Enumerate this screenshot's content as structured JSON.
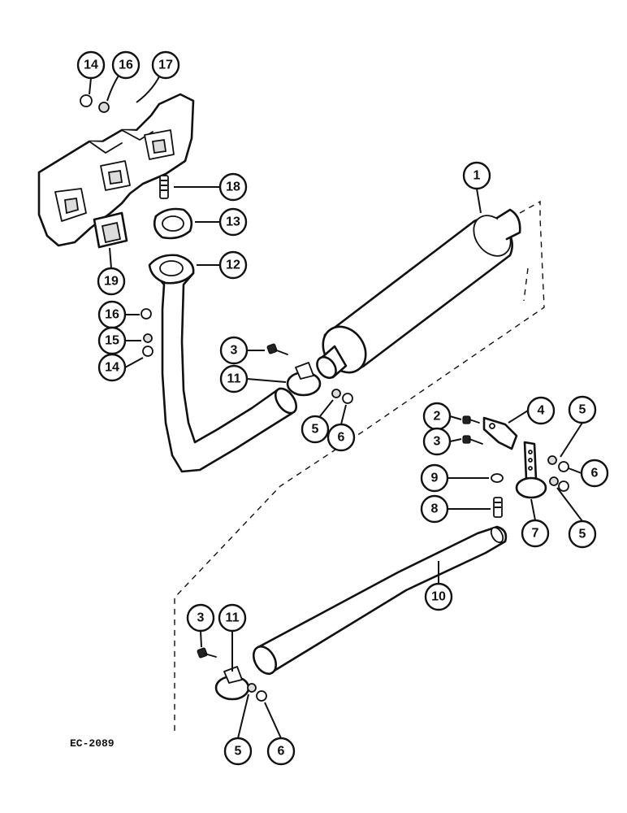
{
  "reference_code": "EC-2089",
  "callouts": [
    {
      "id": "c14a",
      "label": "14"
    },
    {
      "id": "c16a",
      "label": "16"
    },
    {
      "id": "c17",
      "label": "17"
    },
    {
      "id": "c18",
      "label": "18"
    },
    {
      "id": "c13",
      "label": "13"
    },
    {
      "id": "c12",
      "label": "12"
    },
    {
      "id": "c19",
      "label": "19"
    },
    {
      "id": "c16b",
      "label": "16"
    },
    {
      "id": "c15",
      "label": "15"
    },
    {
      "id": "c14b",
      "label": "14"
    },
    {
      "id": "c3a",
      "label": "3"
    },
    {
      "id": "c11a",
      "label": "11"
    },
    {
      "id": "c5a",
      "label": "5"
    },
    {
      "id": "c6a",
      "label": "6"
    },
    {
      "id": "c1",
      "label": "1"
    },
    {
      "id": "c2",
      "label": "2"
    },
    {
      "id": "c3b",
      "label": "3"
    },
    {
      "id": "c4",
      "label": "4"
    },
    {
      "id": "c5b",
      "label": "5"
    },
    {
      "id": "c6b",
      "label": "6"
    },
    {
      "id": "c9",
      "label": "9"
    },
    {
      "id": "c8",
      "label": "8"
    },
    {
      "id": "c7",
      "label": "7"
    },
    {
      "id": "c5c",
      "label": "5"
    },
    {
      "id": "c10",
      "label": "10"
    },
    {
      "id": "c3c",
      "label": "3"
    },
    {
      "id": "c11b",
      "label": "11"
    },
    {
      "id": "c5d",
      "label": "5"
    },
    {
      "id": "c6c",
      "label": "6"
    }
  ]
}
